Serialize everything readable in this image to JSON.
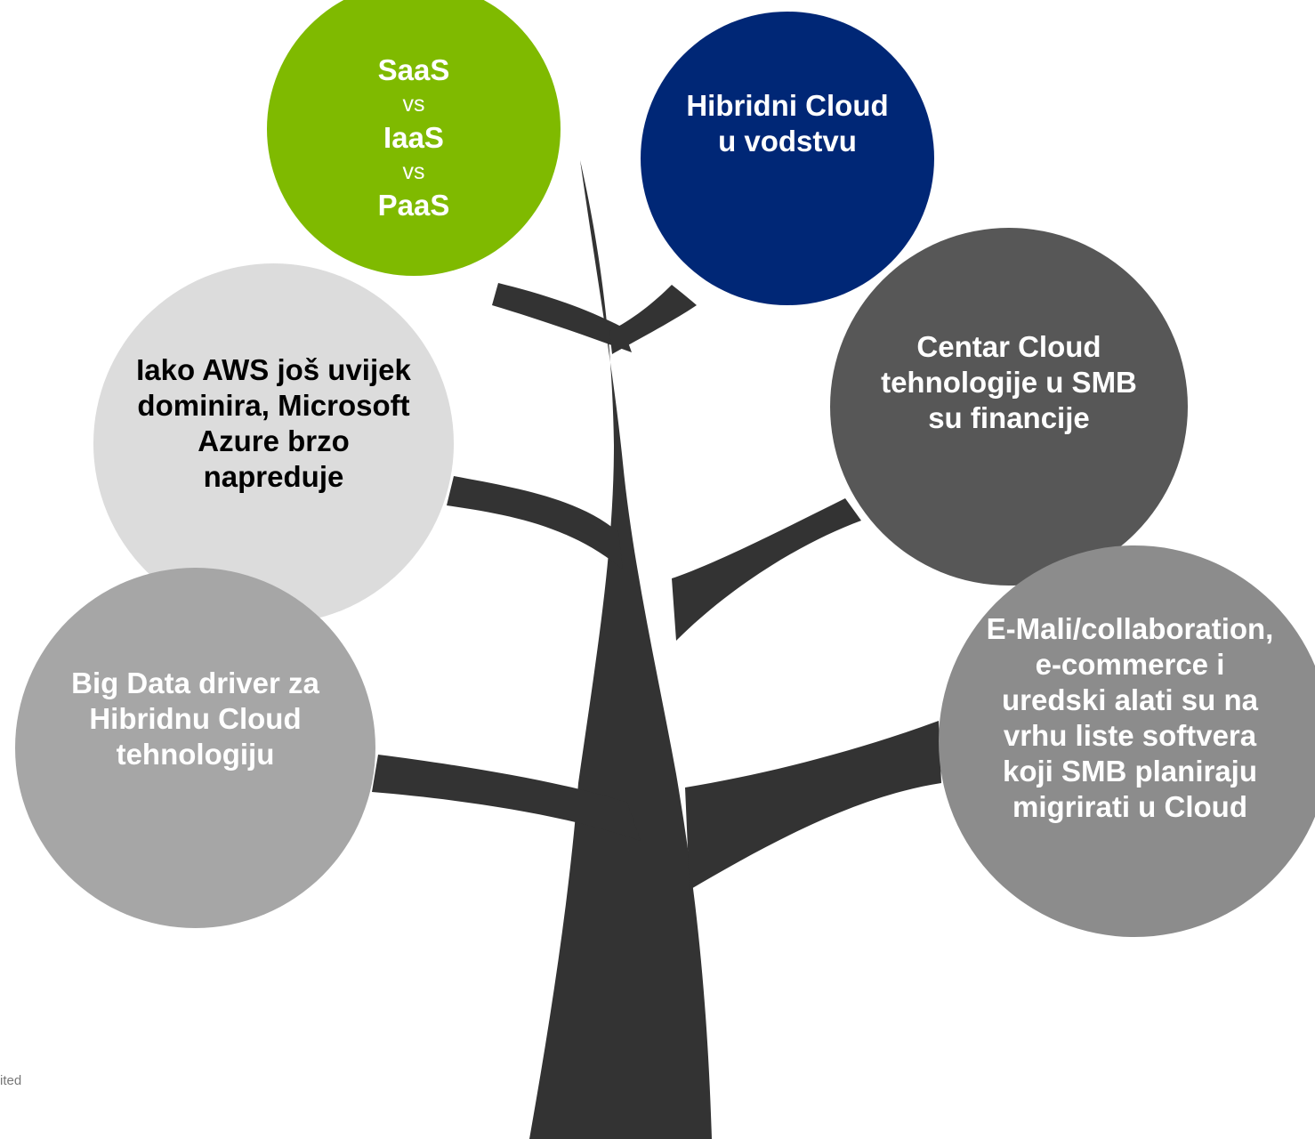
{
  "colors": {
    "trunk": "#333333",
    "green": "#7fba00",
    "navy": "#002776",
    "light_grey": "#dcdcdc",
    "dark_grey": "#575757",
    "mid_grey": "#a6a6a6",
    "grey": "#8c8c8c"
  },
  "bubbles": {
    "saas": [
      "SaaS",
      "vs",
      "IaaS",
      "vs",
      "PaaS"
    ],
    "hybrid": [
      "Hibridni Cloud",
      "u vodstvu"
    ],
    "aws": [
      "Iako AWS još uvijek",
      "dominira, Microsoft",
      "Azure brzo",
      "napreduje"
    ],
    "center": [
      "Centar Cloud",
      "tehnologije u SMB",
      "su financije"
    ],
    "bigdata": [
      "Big Data driver za",
      "Hibridnu Cloud",
      "tehnologiju"
    ],
    "email": [
      "E-Mali/collaboration,",
      "e-commerce i",
      "uredski alati su na",
      "vrhu liste softvera",
      "koji SMB planiraju",
      "migrirati u Cloud"
    ]
  },
  "footer": "ited"
}
